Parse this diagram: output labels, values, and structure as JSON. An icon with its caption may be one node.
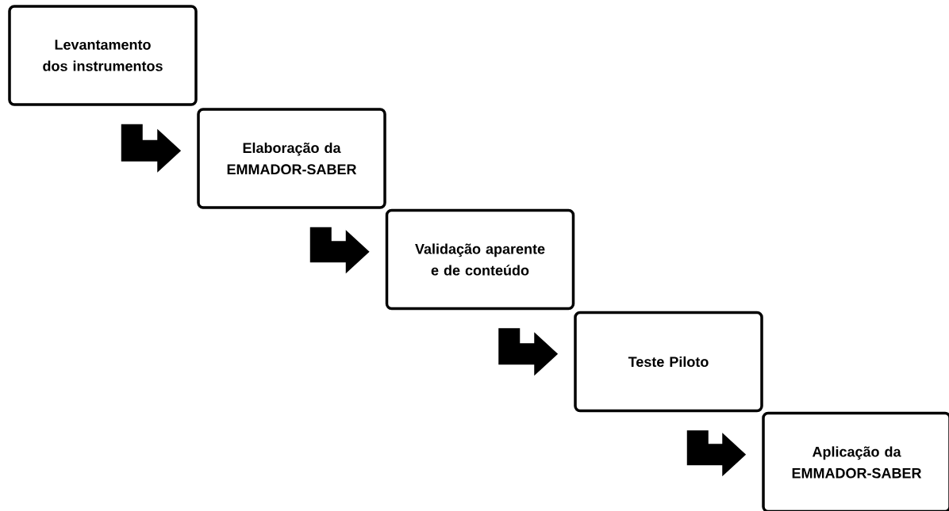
{
  "diagram": {
    "nodes": [
      {
        "text": [
          "Levantamento dos instrumentos"
        ]
      },
      {
        "text": [
          "Elaboração da EMMADOR-SABER"
        ]
      },
      {
        "text": [
          "Validação aparente e de conteúdo"
        ]
      },
      {
        "text": [
          "Teste Piloto"
        ]
      },
      {
        "text": [
          "Aplicação da EMMADOR-SABER"
        ]
      }
    ],
    "edges": [
      {
        "from": 0,
        "to": 1,
        "arrow": "to"
      },
      {
        "from": 1,
        "to": 2,
        "arrow": "to"
      },
      {
        "from": 2,
        "to": 3,
        "arrow": "to"
      },
      {
        "from": 3,
        "to": 4,
        "arrow": "to"
      }
    ]
  }
}
